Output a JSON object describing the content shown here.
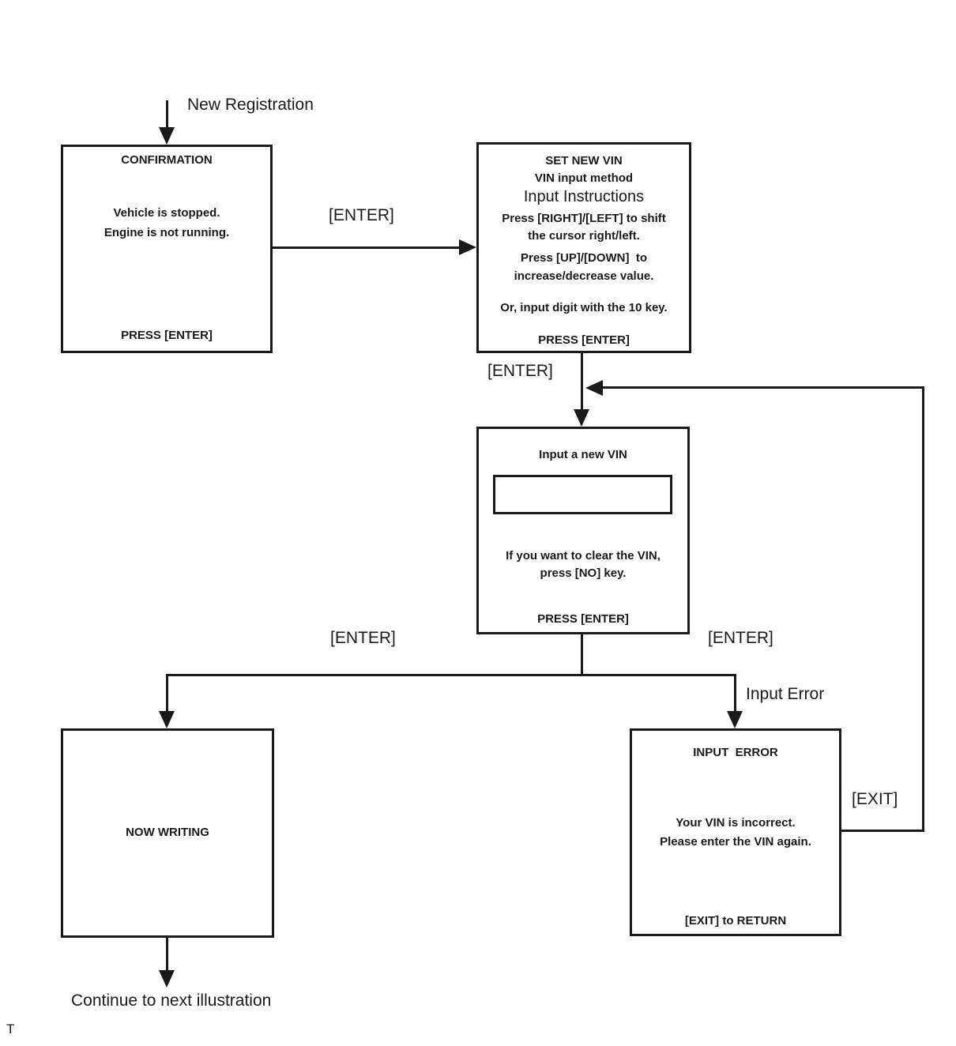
{
  "colors": {
    "line": "#1a1a1a",
    "background": "#ffffff"
  },
  "diagram": {
    "labels": {
      "new_registration": "New Registration",
      "enter_confirm_to_setvin": "[ENTER]",
      "enter_setvin_to_input": "[ENTER]",
      "enter_branch_left": "[ENTER]",
      "enter_branch_right": "[ENTER]",
      "input_error": "Input Error",
      "exit": "[EXIT]",
      "continue_next": "Continue to next illustration",
      "footnote": "T"
    },
    "boxes": {
      "confirmation": {
        "title": "CONFIRMATION",
        "body": [
          "Vehicle is stopped.",
          "Engine is not running."
        ],
        "footer": "PRESS [ENTER]"
      },
      "set_new_vin": {
        "lines": [
          "SET NEW VIN",
          "VIN input method",
          "Input Instructions",
          "Press [RIGHT]/[LEFT] to shift",
          "the cursor right/left.",
          "Press [UP]/[DOWN]  to",
          "increase/decrease value.",
          "Or, input digit with the 10 key."
        ],
        "footer": "PRESS [ENTER]"
      },
      "input_new_vin": {
        "title": "Input a new VIN",
        "field_value": "",
        "body": [
          "If you want to clear the VIN,",
          "press [NO] key."
        ],
        "footer": "PRESS [ENTER]"
      },
      "now_writing": {
        "title": "NOW WRITING"
      },
      "input_error": {
        "title": "INPUT  ERROR",
        "body": [
          "Your VIN is incorrect.",
          "Please enter the VIN again."
        ],
        "footer": "[EXIT] to RETURN"
      }
    }
  }
}
